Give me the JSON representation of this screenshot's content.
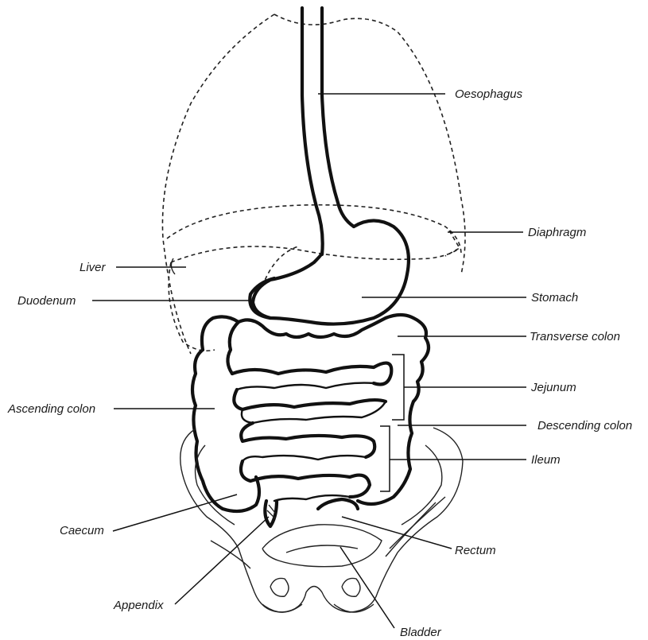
{
  "diagram": {
    "labels": {
      "oesophagus": "Oesophagus",
      "diaphragm": "Diaphragm",
      "liver": "Liver",
      "duodenum": "Duodenum",
      "stomach": "Stomach",
      "transverse_colon": "Transverse colon",
      "jejunum": "Jejunum",
      "ascending_colon": "Ascending colon",
      "descending_colon": "Descending colon",
      "ileum": "Ileum",
      "caecum": "Caecum",
      "rectum": "Rectum",
      "appendix": "Appendix",
      "bladder": "Bladder"
    }
  }
}
